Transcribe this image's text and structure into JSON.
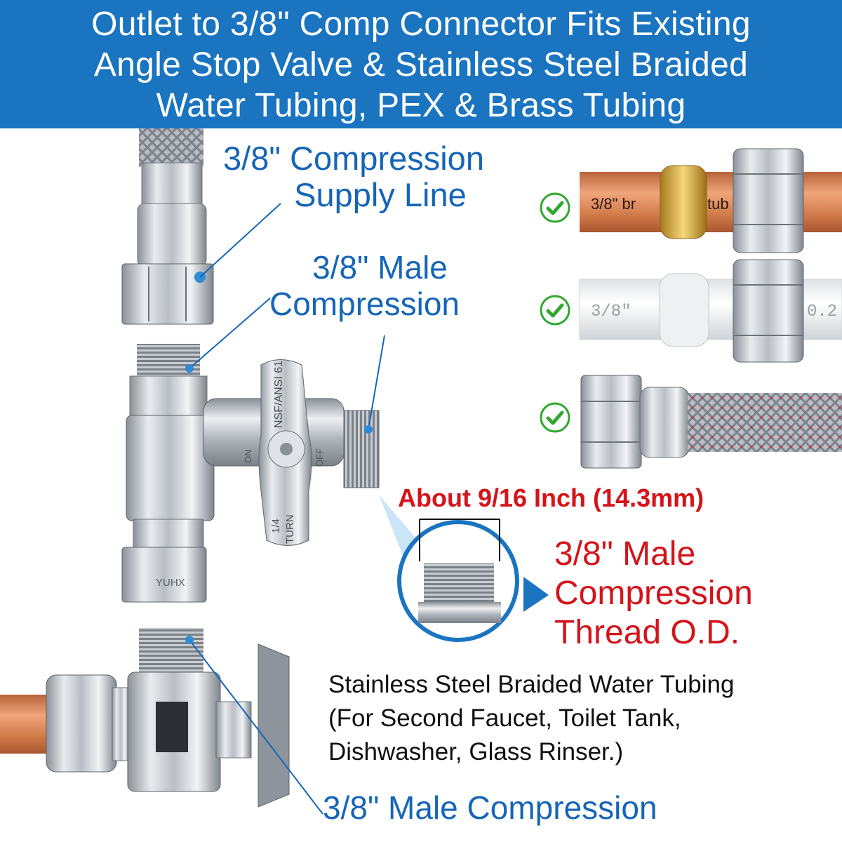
{
  "banner": {
    "line1": "Outlet to 3/8\" Comp Connector Fits Existing",
    "line2": "Angle Stop Valve & Stainless Steel Braided",
    "line3": "Water Tubing, PEX & Brass Tubing"
  },
  "labels": {
    "supply_line1": "3/8\" Compression",
    "supply_line2": "Supply Line",
    "male_line1": "3/8\" Male",
    "male_line2": "Compression",
    "about": "About 9/16 Inch (14.3mm)",
    "thread_line1": "3/8\" Male",
    "thread_line2": "Compression",
    "thread_line3": "Thread O.D.",
    "tubing_line1": "Stainless Steel Braided Water Tubing",
    "tubing_line2": "(For Second Faucet, Toilet Tank,",
    "tubing_line3": "Dishwasher, Glass Rinser.)",
    "bottom": "3/8\" Male Compression"
  },
  "valve_markings": {
    "brand": "YUHX",
    "cert": "NSF/ANSI 61",
    "turn_1": "1/4",
    "turn_2": "TURN",
    "on": "ON",
    "off": "OFF"
  },
  "tubing_markings": {
    "copper_1": "3/8\" br",
    "copper_2": "tub",
    "pex_1": "3/8\"",
    "pex_2": "0.2"
  },
  "colors": {
    "banner": "#1a74c0",
    "blue_text": "#1565b8",
    "red_text": "#d4141a",
    "check": "#2ea82e",
    "copper": "#d98554",
    "chrome": "#c9cdd2"
  },
  "icons": [
    "check-circle-icon"
  ]
}
